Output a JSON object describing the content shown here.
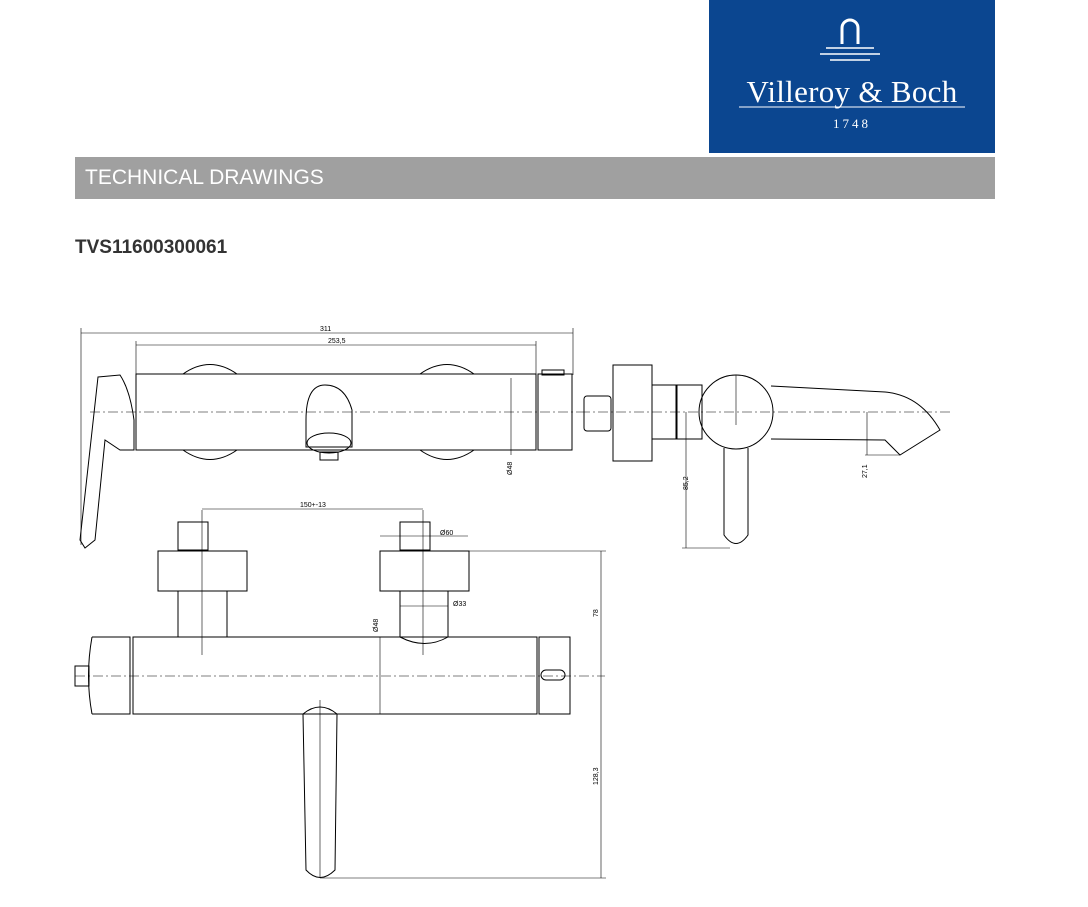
{
  "logo": {
    "brand": "Villeroy & Boch",
    "year": "1748",
    "color": "#0b4690"
  },
  "section_title": "TECHNICAL DRAWINGS",
  "product_code": "TVS11600300061",
  "dimensions": {
    "overall_length": "311",
    "body_length": "253,5",
    "body_diameter_top": "Ø48",
    "inlet_spacing": "150+-13",
    "flange_diameter": "Ø60",
    "inlet_diameter": "Ø33",
    "body_diameter_front": "Ø48",
    "wall_to_axis": "78",
    "axis_to_spout": "128,3",
    "side_handle_height": "85,2",
    "side_spout_height": "27,1"
  }
}
